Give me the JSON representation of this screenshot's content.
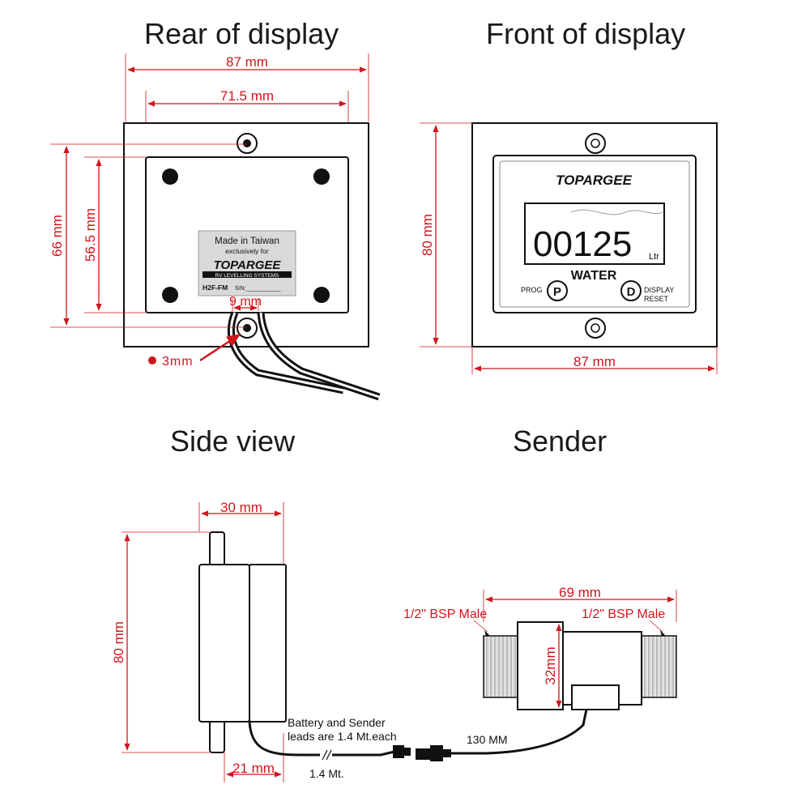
{
  "titles": {
    "rear": "Rear of display",
    "front": "Front of display",
    "side": "Side view",
    "sender": "Sender"
  },
  "rear": {
    "width_outer": "87 mm",
    "width_inner": "71.5 mm",
    "height_outer": "66 mm",
    "height_inner": "56.5 mm",
    "cable_spacing": "9 mm",
    "hole_size": "3mm",
    "label": {
      "line1": "Made in Taiwan",
      "line2": "exclusively for",
      "brand": "TOPARGEE",
      "tagline": "RV LEVELLING SYSTEMS",
      "model": "H2F-FM",
      "serial": "S/N:___________"
    }
  },
  "front": {
    "height": "80 mm",
    "width": "87 mm",
    "brand": "TOPARGEE",
    "reading": "00125",
    "unit": "Ltr",
    "fluid": "WATER",
    "prog_label": "PROG",
    "prog_button": "P",
    "display_button": "D",
    "display_label_1": "DISPLAY",
    "display_label_2": "RESET"
  },
  "side": {
    "depth": "30 mm",
    "height": "80 mm",
    "body_depth": "21 mm",
    "lead_note_1": "Battery and Sender",
    "lead_note_2": "leads are 1.4 Mt.each",
    "lead_length": "1.4 Mt."
  },
  "sender": {
    "length": "69 mm",
    "thread_left": "1/2\" BSP Male",
    "thread_right": "1/2\" BSP Male",
    "diameter": "32mm",
    "cable_length": "130 MM"
  },
  "colors": {
    "dimension": "#d0161c",
    "outline": "#111111"
  }
}
